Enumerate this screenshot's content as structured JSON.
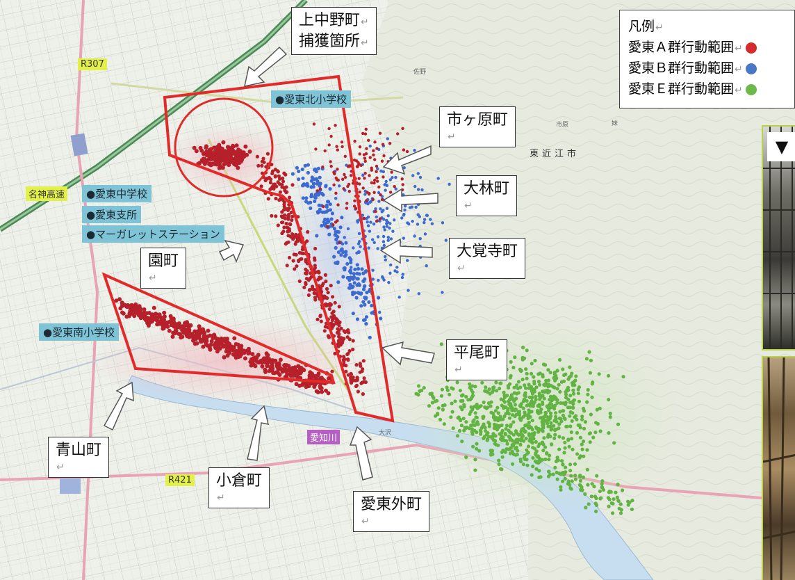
{
  "legend": {
    "title": "凡例",
    "items": [
      {
        "label": "愛東Ａ群行動範囲",
        "color": "#d42b2b"
      },
      {
        "label": "愛東Ｂ群行動範囲",
        "color": "#4a78c8"
      },
      {
        "label": "愛東Ｅ群行動範囲",
        "color": "#6cba4a"
      }
    ]
  },
  "return_mark": "↵",
  "places": {
    "kaminakano": {
      "line1": "上中野町",
      "line2": "捕獲箇所"
    },
    "ichigahara": "市ヶ原町",
    "obayashi": "大林町",
    "daikakuji": "大覚寺町",
    "hirao": "平尾町",
    "sono": "園町",
    "aoyama": "青山町",
    "ogura": "小倉町",
    "aitosoto": "愛東外町"
  },
  "facilities": {
    "kita_school": "●愛東北小学校",
    "chu_school": "●愛東中学校",
    "branch": "●愛東支所",
    "margaret": "●マーガレットステーション",
    "minami_school": "●愛東南小学校"
  },
  "roads": {
    "r307": "R307",
    "r421": "R421",
    "meishin": "名神高速"
  },
  "river": "愛知川",
  "city": "東近江市",
  "photo_label": "▼"
}
